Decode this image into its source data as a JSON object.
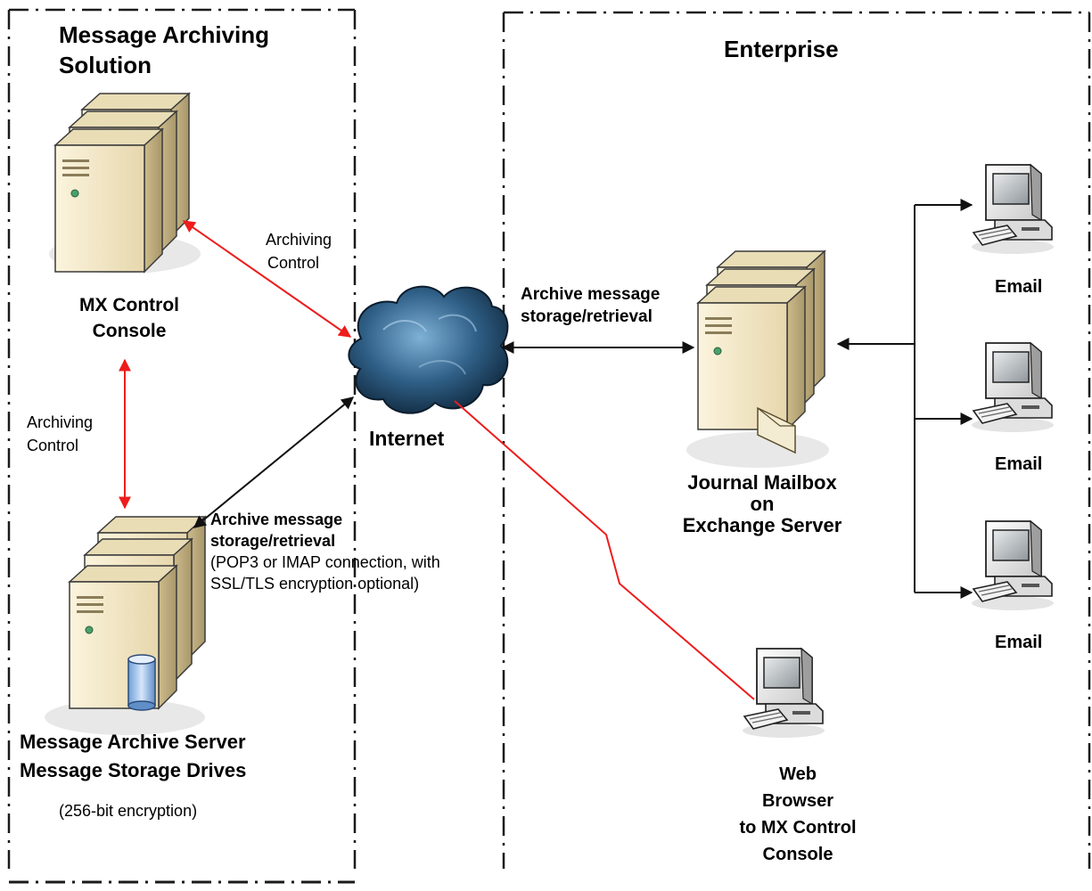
{
  "colors": {
    "boundary": "#1a1a1a",
    "red_link": "#ee1c1c",
    "black_link": "#111111",
    "server_body": "#f1e6c4",
    "server_shade": "#c9b990",
    "cloud_dark": "#1b3e5c",
    "cloud_light": "#6f9fc6"
  },
  "zones": {
    "archiving": {
      "title_line1": "Message Archiving",
      "title_line2": "Solution"
    },
    "enterprise": {
      "title": "Enterprise"
    }
  },
  "nodes": {
    "mx_console": {
      "line1": "MX Control",
      "line2": "Console",
      "icon": "server-stack-icon"
    },
    "archive_server": {
      "line1": "Message Archive Server",
      "line2": "Message Storage Drives",
      "note": "(256-bit encryption)",
      "icon": "storage-server-icon"
    },
    "internet": {
      "label": "Internet",
      "icon": "cloud-icon"
    },
    "journal": {
      "line1": "Journal Mailbox",
      "line2": "on",
      "line3": "Exchange Server",
      "icon": "exchange-server-icon"
    },
    "email_clients": [
      {
        "label": "Email",
        "icon": "workstation-icon"
      },
      {
        "label": "Email",
        "icon": "workstation-icon"
      },
      {
        "label": "Email",
        "icon": "workstation-icon"
      }
    ],
    "web_browser": {
      "line1": "Web",
      "line2": "Browser",
      "line3": "to MX Control",
      "line4": "Console",
      "icon": "workstation-icon"
    }
  },
  "links": {
    "console_internet": {
      "line1": "Archiving",
      "line2": "Control"
    },
    "console_archive": {
      "line1": "Archiving",
      "line2": "Control"
    },
    "archive_internet": {
      "line1": "Archive message",
      "line2": "storage/retrieval",
      "line3": "(POP3 or IMAP connection, with",
      "line4": "SSL/TLS encryption optional)"
    },
    "internet_journal": {
      "line1": "Archive message",
      "line2": "storage/retrieval"
    }
  }
}
